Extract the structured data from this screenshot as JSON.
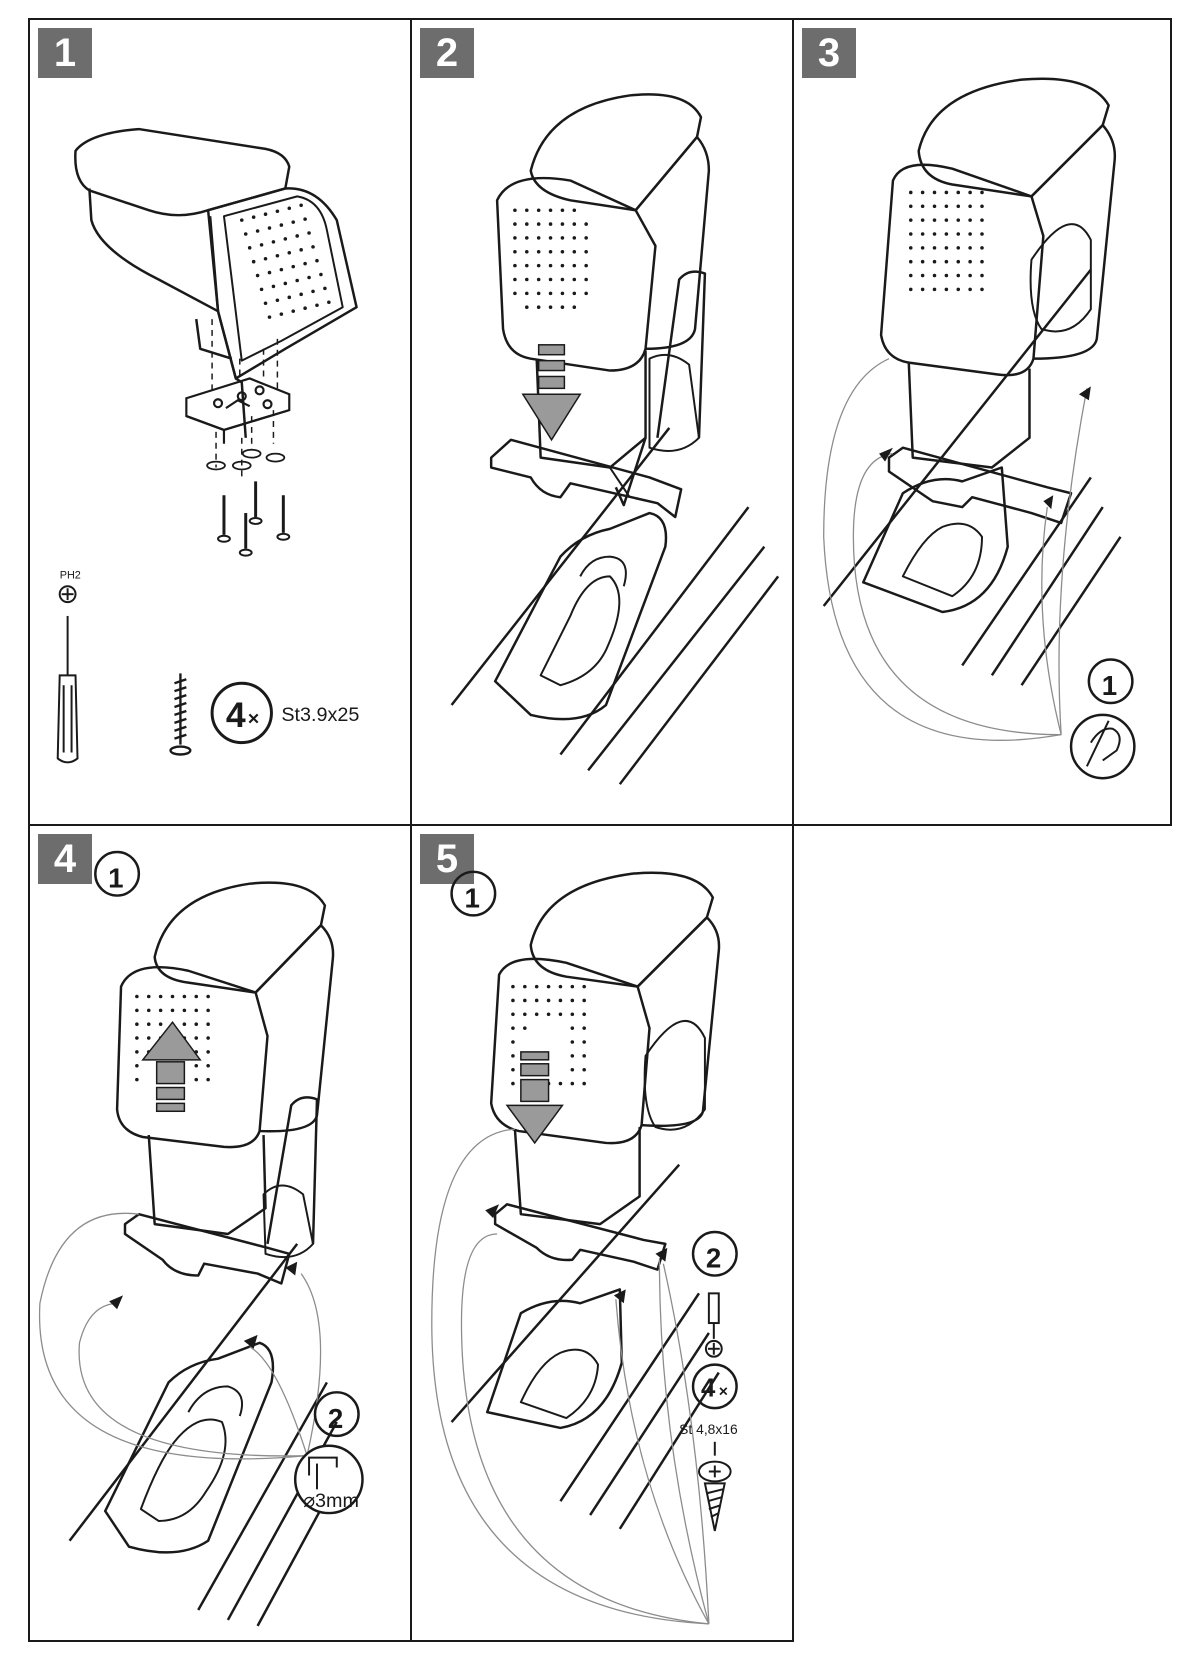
{
  "colors": {
    "badge": "#6d6d6d",
    "line": "#1a1a1a",
    "arrow": "#9a9a9a",
    "guide": "#8c8c8c"
  },
  "panels": [
    {
      "step": "1",
      "tool": {
        "icon": "phillips-screwdriver-icon",
        "label": "PH2"
      },
      "screw": {
        "icon": "wood-screw-icon",
        "qty": "4",
        "times": "×",
        "spec": "St3.9x25"
      }
    },
    {
      "step": "2"
    },
    {
      "step": "3",
      "callout": {
        "num": "1",
        "icon": "hand-with-pen-icon"
      }
    },
    {
      "step": "4",
      "callout1": {
        "num": "1"
      },
      "callout2": {
        "num": "2",
        "drill": "⌀3mm"
      }
    },
    {
      "step": "5",
      "callout1": {
        "num": "1"
      },
      "callout2": {
        "num": "2",
        "qty": "4",
        "times": "×",
        "spec": "St 4,8x16",
        "icon": "sheet-metal-screw-icon"
      }
    }
  ]
}
